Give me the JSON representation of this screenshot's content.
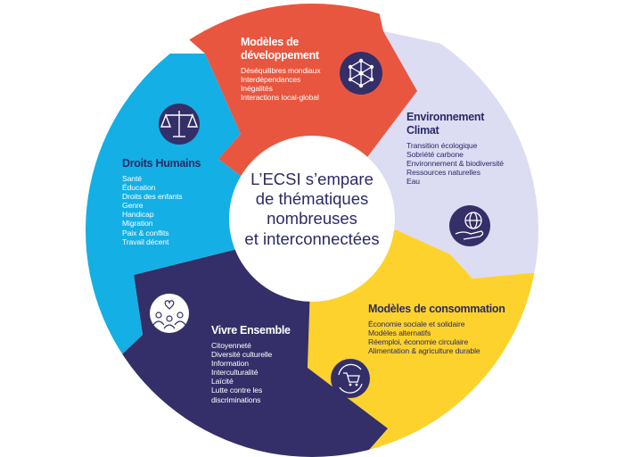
{
  "center_text": [
    "L’ECSI s’empare",
    "de thématiques",
    "nombreuses",
    "et interconnectées"
  ],
  "colors": {
    "orange": "#e9563f",
    "lavender": "#dcdcf3",
    "yellow": "#fdd22c",
    "navy": "#342f69",
    "cyan": "#14afe4",
    "white": "#ffffff"
  },
  "sections": {
    "developpement": {
      "title": [
        "Modèles de",
        "développement"
      ],
      "items": [
        "Déséquilibres mondiaux",
        "Interdépendances",
        "Inégalités",
        "Interactions local-global"
      ],
      "icon": "network-icon"
    },
    "environnement": {
      "title": [
        "Environnement",
        "Climat"
      ],
      "items": [
        "Transition écologique",
        "Sobriété carbone",
        "Environnement & biodiversité",
        "Ressources naturelles",
        "Eau"
      ],
      "icon": "globe-hand-icon"
    },
    "consommation": {
      "title": [
        "Modèles de consommation"
      ],
      "items": [
        "Économie sociale et solidaire",
        "Modèles alternatifs",
        "Réemploi, économie circulaire",
        "Alimentation & agriculture durable"
      ],
      "icon": "recycling-cart-icon"
    },
    "vivre": {
      "title": [
        "Vivre Ensemble"
      ],
      "items": [
        "Citoyenneté",
        "Diversité culturelle",
        "Information",
        "Interculturalité",
        "Laïcité",
        "Lutte contre les",
        "discriminations"
      ],
      "icon": "people-heart-icon"
    },
    "droits": {
      "title": [
        "Droits Humains"
      ],
      "items": [
        "Santé",
        "Éducation",
        "Droits des enfants",
        "Genre",
        "Handicap",
        "Migration",
        "Paix & conflits",
        "Travail décent"
      ],
      "icon": "scales-icon"
    }
  }
}
